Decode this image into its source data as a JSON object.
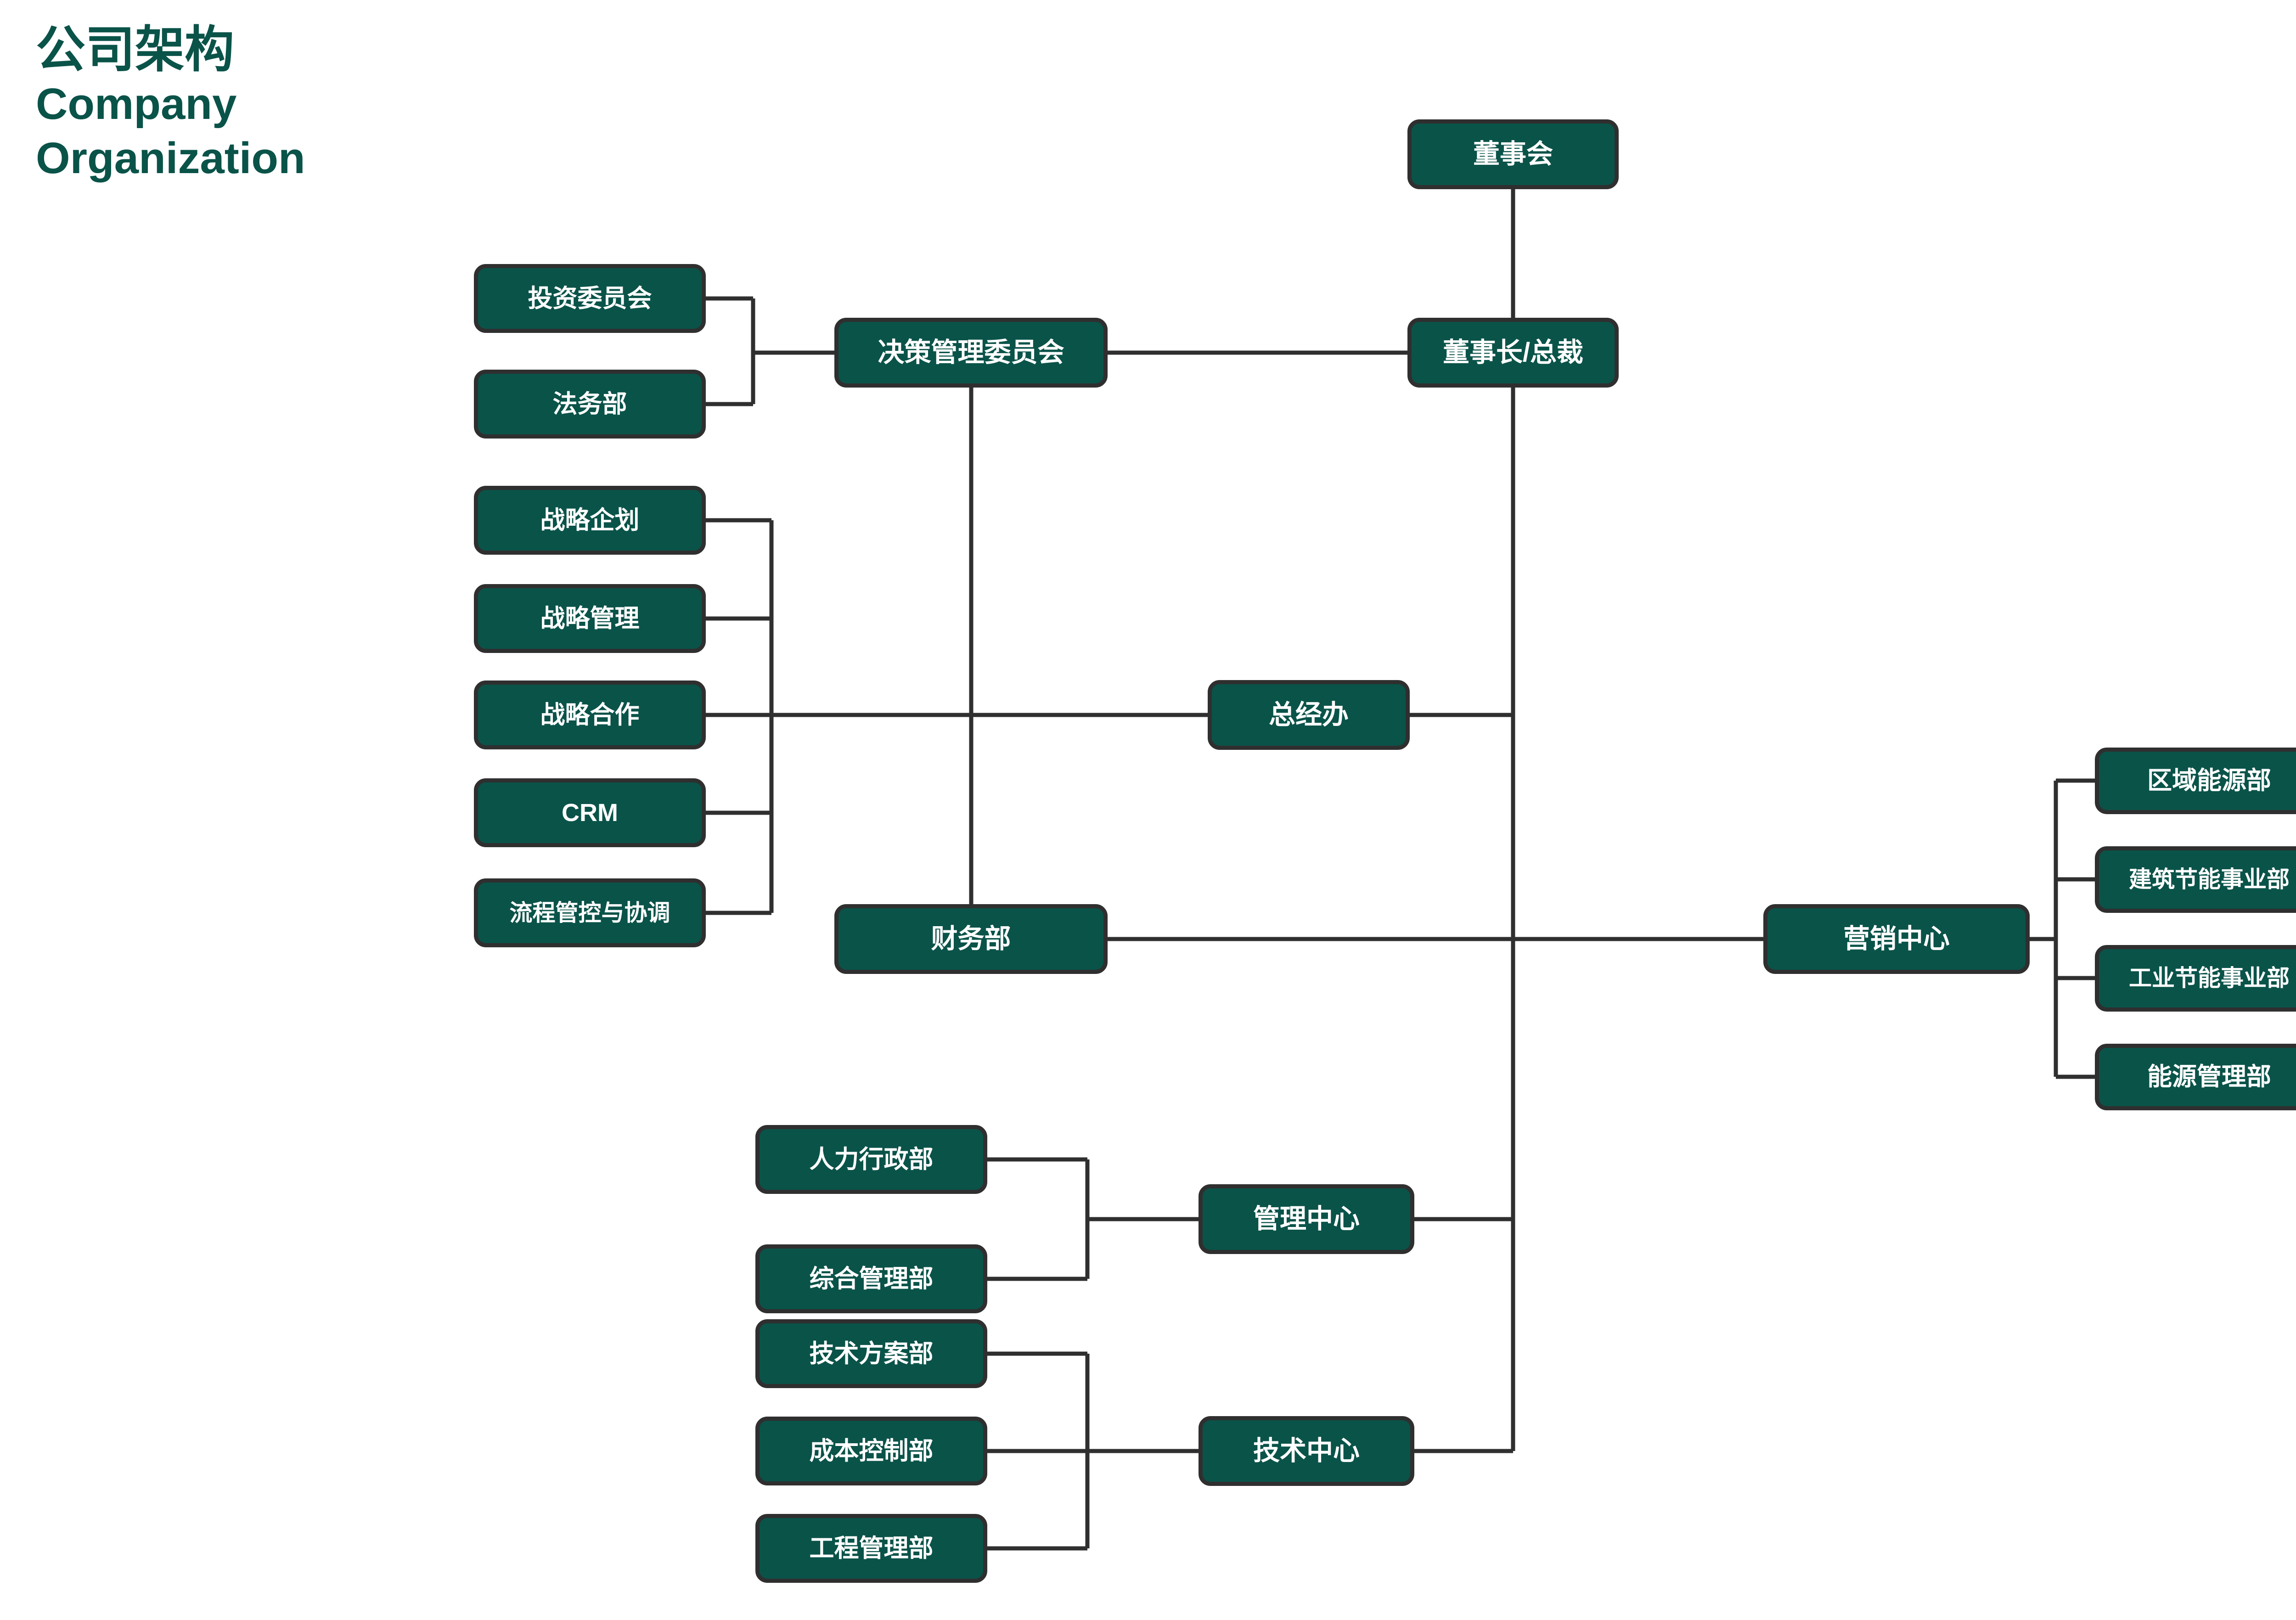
{
  "page": {
    "background": "#ffffff",
    "node_fill": "#0a5349",
    "node_border": "#2f2f2f",
    "node_text": "#ffffff",
    "connector_color": "#2f2f2f",
    "title_color": "#0a5349"
  },
  "title": {
    "cn": "公司架构",
    "en_line1": "Company",
    "en_line2": "Organization"
  },
  "chart_data": {
    "type": "diagram",
    "title": "公司架构 Company Organization",
    "orientation": "horizontal-tree",
    "nodes": [
      {
        "id": "board",
        "label": "董事会",
        "level": 0
      },
      {
        "id": "chairman",
        "label": "董事长/总裁",
        "level": 1
      },
      {
        "id": "decision",
        "label": "决策管理委员会",
        "level": 2
      },
      {
        "id": "invest",
        "label": "投资委员会",
        "level": 3
      },
      {
        "id": "legal",
        "label": "法务部",
        "level": 3
      },
      {
        "id": "gm-office",
        "label": "总经办",
        "level": 2
      },
      {
        "id": "strat-plan",
        "label": "战略企划",
        "level": 3
      },
      {
        "id": "strat-mgmt",
        "label": "战略管理",
        "level": 3
      },
      {
        "id": "strat-coop",
        "label": "战略合作",
        "level": 3
      },
      {
        "id": "crm",
        "label": "CRM",
        "level": 3
      },
      {
        "id": "process-ctrl",
        "label": "流程管控与协调",
        "level": 3
      },
      {
        "id": "finance",
        "label": "财务部",
        "level": 2
      },
      {
        "id": "marketing",
        "label": "营销中心",
        "level": 2
      },
      {
        "id": "regional-energy",
        "label": "区域能源部",
        "level": 3
      },
      {
        "id": "build-saving",
        "label": "建筑节能事业部",
        "level": 3
      },
      {
        "id": "indus-saving",
        "label": "工业节能事业部",
        "level": 3
      },
      {
        "id": "energy-mgmt",
        "label": "能源管理部",
        "level": 3
      },
      {
        "id": "mgmt-center",
        "label": "管理中心",
        "level": 2
      },
      {
        "id": "hr-admin",
        "label": "人力行政部",
        "level": 3
      },
      {
        "id": "general-mgmt",
        "label": "综合管理部",
        "level": 3
      },
      {
        "id": "tech-center",
        "label": "技术中心",
        "level": 2
      },
      {
        "id": "tech-solution",
        "label": "技术方案部",
        "level": 3
      },
      {
        "id": "cost-control",
        "label": "成本控制部",
        "level": 3
      },
      {
        "id": "eng-mgmt",
        "label": "工程管理部",
        "level": 3
      }
    ],
    "edges": [
      {
        "from": "board",
        "to": "chairman"
      },
      {
        "from": "chairman",
        "to": "decision"
      },
      {
        "from": "chairman",
        "to": "gm-office"
      },
      {
        "from": "chairman",
        "to": "finance"
      },
      {
        "from": "chairman",
        "to": "marketing"
      },
      {
        "from": "chairman",
        "to": "mgmt-center"
      },
      {
        "from": "chairman",
        "to": "tech-center"
      },
      {
        "from": "decision",
        "to": "invest"
      },
      {
        "from": "decision",
        "to": "legal"
      },
      {
        "from": "decision",
        "to": "finance"
      },
      {
        "from": "gm-office",
        "to": "strat-plan"
      },
      {
        "from": "gm-office",
        "to": "strat-mgmt"
      },
      {
        "from": "gm-office",
        "to": "strat-coop"
      },
      {
        "from": "gm-office",
        "to": "crm"
      },
      {
        "from": "gm-office",
        "to": "process-ctrl"
      },
      {
        "from": "marketing",
        "to": "regional-energy"
      },
      {
        "from": "marketing",
        "to": "build-saving"
      },
      {
        "from": "marketing",
        "to": "indus-saving"
      },
      {
        "from": "marketing",
        "to": "energy-mgmt"
      },
      {
        "from": "mgmt-center",
        "to": "hr-admin"
      },
      {
        "from": "mgmt-center",
        "to": "general-mgmt"
      },
      {
        "from": "tech-center",
        "to": "tech-solution"
      },
      {
        "from": "tech-center",
        "to": "cost-control"
      },
      {
        "from": "tech-center",
        "to": "eng-mgmt"
      }
    ]
  },
  "nodes": {
    "board": "董事会",
    "chairman": "董事长/总裁",
    "decision": "决策管理委员会",
    "invest": "投资委员会",
    "legal": "法务部",
    "gm_office": "总经办",
    "strat_plan": "战略企划",
    "strat_mgmt": "战略管理",
    "strat_coop": "战略合作",
    "crm": "CRM",
    "process_ctrl": "流程管控与协调",
    "finance": "财务部",
    "marketing": "营销中心",
    "regional_energy": "区域能源部",
    "build_saving": "建筑节能事业部",
    "indus_saving": "工业节能事业部",
    "energy_mgmt": "能源管理部",
    "mgmt_center": "管理中心",
    "hr_admin": "人力行政部",
    "general_mgmt": "综合管理部",
    "tech_center": "技术中心",
    "tech_solution": "技术方案部",
    "cost_control": "成本控制部",
    "eng_mgmt": "工程管理部"
  }
}
